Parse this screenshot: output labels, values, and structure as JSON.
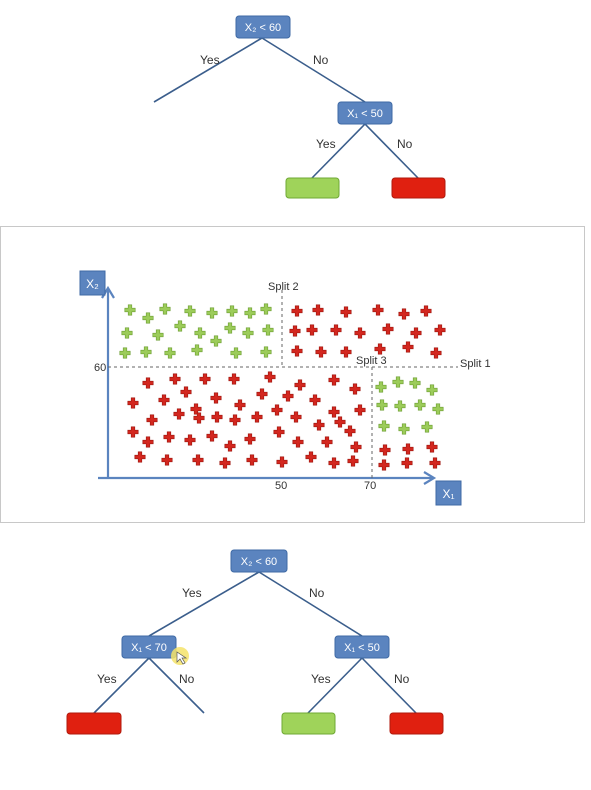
{
  "colors": {
    "node": "#5b84bf",
    "node_stroke": "#3f6aa5",
    "edge": "#3b5e8c",
    "green": "#9fd35a",
    "green_stroke": "#6fa834",
    "red": "#e02010",
    "red_stroke": "#b01a0c",
    "plus_red": "#d3271f",
    "plus_green": "#9ccc5a",
    "axis": "#5b84bf",
    "dashed": "#666666"
  },
  "tree_top": {
    "root": "X₂ < 60",
    "root_yes": "Yes",
    "root_no": "No",
    "child": "X₁ < 50",
    "child_yes": "Yes",
    "child_no": "No"
  },
  "scatter": {
    "y_axis_label": "X₂",
    "x_axis_label": "X₁",
    "y_tick": "60",
    "x_tick_1": "50",
    "x_tick_2": "70",
    "split_1": "Split 1",
    "split_2": "Split 2",
    "split_3": "Split 3"
  },
  "tree_bottom": {
    "root": "X₂ < 60",
    "root_yes": "Yes",
    "root_no": "No",
    "left_child": "X₁ < 70",
    "left_yes": "Yes",
    "left_no": "No",
    "right_child": "X₁ < 50",
    "right_yes": "Yes",
    "right_no": "No"
  }
}
